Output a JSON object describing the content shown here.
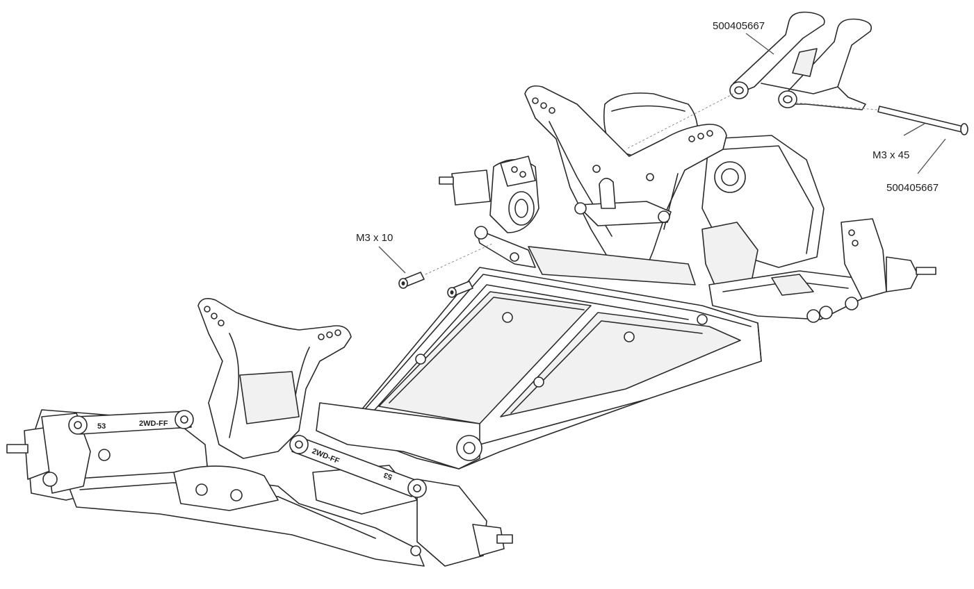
{
  "labels": {
    "wing_mount_part": "500405667",
    "pin_screw": "M3 x 45",
    "pin_part": "500405667",
    "small_screw": "M3 x 10"
  },
  "stamps": {
    "front_left_link_number": "53",
    "front_left_link_code": "2WD-FF",
    "front_right_link_code": "2WD-FF",
    "front_right_link_number": "53"
  }
}
